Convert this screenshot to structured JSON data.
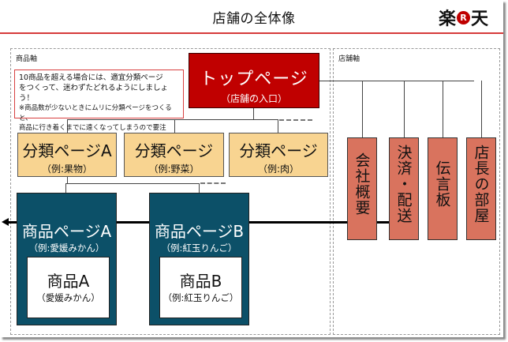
{
  "header": {
    "title": "店舗の全体像",
    "logo": {
      "left": "楽",
      "mark": "R",
      "right": "天",
      "mark_color": "#bf0000"
    }
  },
  "sections": {
    "product_axis_label": "商品軸",
    "store_axis_label": "店舗軸"
  },
  "note": {
    "line1": "10商品を超える場合には、適宜分類ページ",
    "line2": "をつくって、迷わずたどれるようにしましょう！",
    "line3": "※商品数が少ないときにムリに分類ページをつくると、",
    "line4": "商品に行き着くまでに遠くなってしまうので要注意。"
  },
  "top_page": {
    "title": "トップページ",
    "subtitle": "（店舗の入口）",
    "color": "#c00000"
  },
  "categories": [
    {
      "title": "分類ページA",
      "subtitle": "（例:果物）"
    },
    {
      "title": "分類ページ",
      "subtitle": "（例:野菜）"
    },
    {
      "title": "分類ページ",
      "subtitle": "（例:肉）"
    }
  ],
  "category_color": "#f8d491",
  "product_pages": [
    {
      "title": "商品ページA",
      "subtitle": "（例:愛媛みかん）",
      "item_title": "商品A",
      "item_subtitle": "（愛媛みかん）"
    },
    {
      "title": "商品ページB",
      "subtitle": "（例:紅玉りんご）",
      "item_title": "商品B",
      "item_subtitle": "（例:紅玉りんご）"
    }
  ],
  "product_color": "#0c5068",
  "store_pages": [
    {
      "label": "会社概要"
    },
    {
      "label": "決済・配送"
    },
    {
      "label": "伝言板"
    },
    {
      "label": "店長の部屋"
    }
  ],
  "store_color": "#d9735e"
}
